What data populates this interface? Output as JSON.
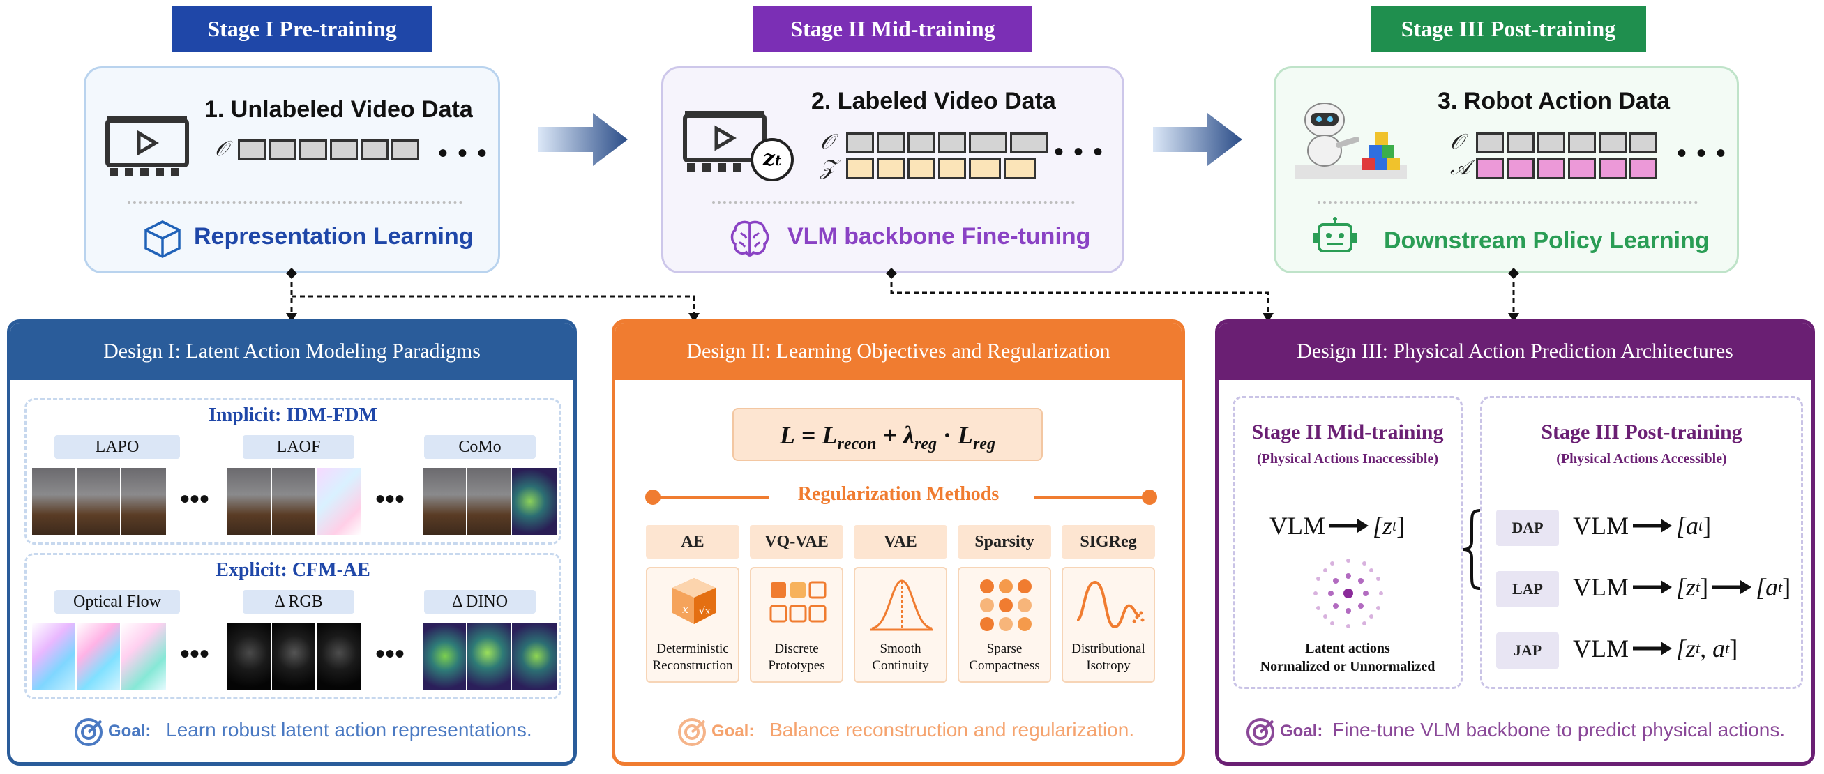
{
  "colors": {
    "stage1": "#1f47a8",
    "stage2": "#7b2fb5",
    "stage3": "#1f8f4e",
    "design1": "#2a5c9a",
    "design2": "#f07c30",
    "design3": "#6a1f73"
  },
  "stages": [
    {
      "tab": "Stage I  Pre-training",
      "title": "1. Unlabeled Video Data",
      "rows": [
        "𝒪"
      ],
      "ellipsis": "• • •",
      "footer": "Representation Learning",
      "footer_icon": "cube-icon",
      "media_icon": "video-clapper-icon"
    },
    {
      "tab": "Stage II  Mid-training",
      "title": "2. Labeled Video Data",
      "rows": [
        "𝒪",
        "𝒵"
      ],
      "badge": "zt",
      "ellipsis": "• • •",
      "footer": "VLM backbone Fine-tuning",
      "footer_icon": "brain-icon",
      "media_icon": "video-clapper-icon"
    },
    {
      "tab": "Stage III  Post-training",
      "title": "3. Robot Action Data",
      "rows": [
        "𝒪",
        "𝒜"
      ],
      "ellipsis": "• • •",
      "footer": "Downstream Policy Learning",
      "footer_icon": "robot-icon",
      "media_icon": "robot-blocks-icon"
    }
  ],
  "design1": {
    "header": "Design I:  Latent Action Modeling Paradigms",
    "implicit": {
      "title": "Implicit: IDM-FDM",
      "methods": [
        "LAPO",
        "LAOF",
        "CoMo"
      ]
    },
    "explicit": {
      "title": "Explicit: CFM-AE",
      "methods": [
        "Optical Flow",
        "Δ RGB",
        "Δ DINO"
      ]
    },
    "ellipsis": "•••",
    "goal_label": "Goal:",
    "goal_text": "Learn robust latent action representations."
  },
  "design2": {
    "header": "Design II:  Learning Objectives and Regularization",
    "formula": {
      "L": "L",
      "eq": " = ",
      "L1": "L",
      "sub1": "recon",
      "plus": " + ",
      "lam": "λ",
      "sub2": "reg",
      "dot": " · ",
      "L2": "L",
      "sub3": "reg"
    },
    "methods_title": "Regularization Methods",
    "methods": [
      {
        "name": "AE",
        "desc1": "Deterministic",
        "desc2": "Reconstruction"
      },
      {
        "name": "VQ-VAE",
        "desc1": "Discrete",
        "desc2": "Prototypes"
      },
      {
        "name": "VAE",
        "desc1": "Smooth",
        "desc2": "Continuity"
      },
      {
        "name": "Sparsity",
        "desc1": "Sparse",
        "desc2": "Compactness"
      },
      {
        "name": "SIGReg",
        "desc1": "Distributional",
        "desc2": "Isotropy"
      }
    ],
    "goal_label": "Goal:",
    "goal_text": "Balance reconstruction and regularization."
  },
  "design3": {
    "header": "Design III:  Physical Action Prediction Architectures",
    "left": {
      "title": "Stage II Mid-training",
      "subtitle": "(Physical Actions Inaccessible)",
      "vlm": "VLM",
      "out": "[z",
      "out_sub": "t",
      "out_close": "]",
      "caption1": "Latent actions",
      "caption2": "Normalized or Unnormalized"
    },
    "right": {
      "title": "Stage III Post-training",
      "subtitle": "(Physical Actions Accessible)",
      "rows": [
        {
          "tag": "DAP",
          "vlm": "VLM",
          "out": "[a",
          "sub": "t",
          "close": "]"
        },
        {
          "tag": "LAP",
          "vlm": "VLM",
          "mid": "[z",
          "mid_sub": "t",
          "mid_close": "]",
          "out": "[a",
          "sub": "t",
          "close": "]"
        },
        {
          "tag": "JAP",
          "vlm": "VLM",
          "out": "[z",
          "sub": "t",
          "close": ", a",
          "sub2": "t",
          "close2": "]"
        }
      ]
    },
    "goal_label": "Goal:",
    "goal_text": "Fine-tune VLM backbone to predict physical actions."
  }
}
